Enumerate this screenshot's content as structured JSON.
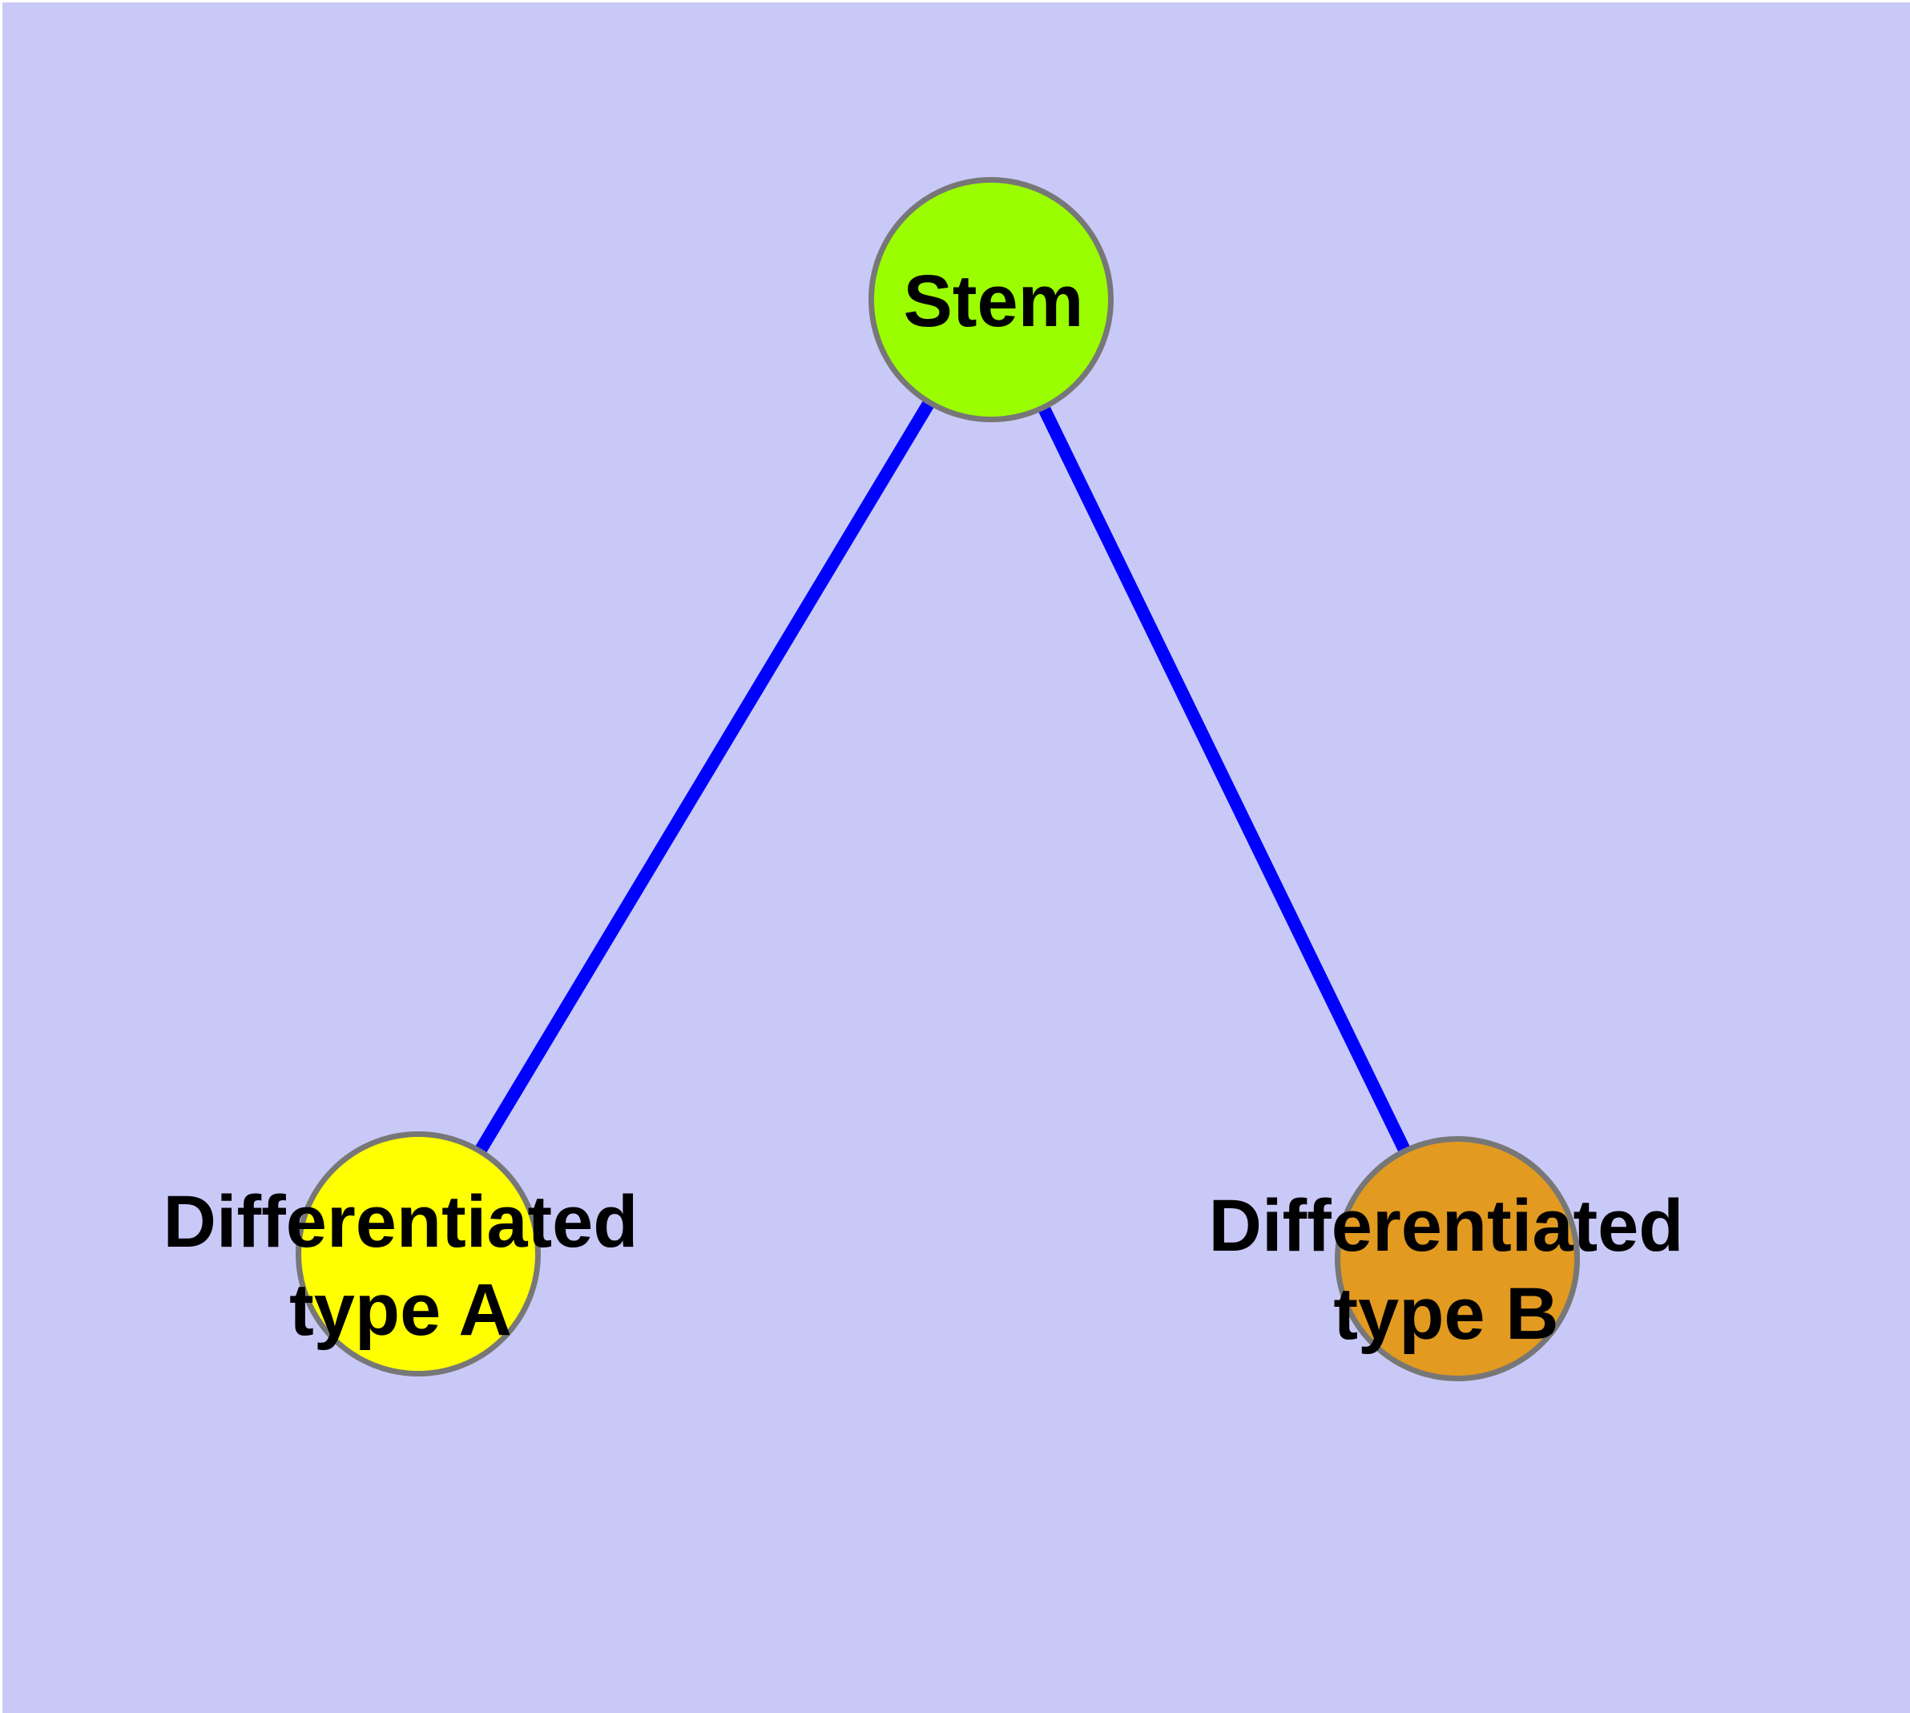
{
  "diagram": {
    "type": "node-link-graph",
    "title": "",
    "background_color": "#C9C9F8",
    "edge_color": "#0000FF",
    "node_border_color": "#777777",
    "nodes": [
      {
        "id": "stem",
        "label": "Stem",
        "fill_color": "#9BFE00"
      },
      {
        "id": "differentiated-type-a",
        "label": "Differentiated\ntype A",
        "fill_color": "#FFFF00"
      },
      {
        "id": "differentiated-type-b",
        "label": "Differentiated\ntype B",
        "fill_color": "#E29A20"
      }
    ],
    "edges": [
      {
        "from": "stem",
        "to": "differentiated-type-a"
      },
      {
        "from": "stem",
        "to": "differentiated-type-b"
      }
    ]
  }
}
